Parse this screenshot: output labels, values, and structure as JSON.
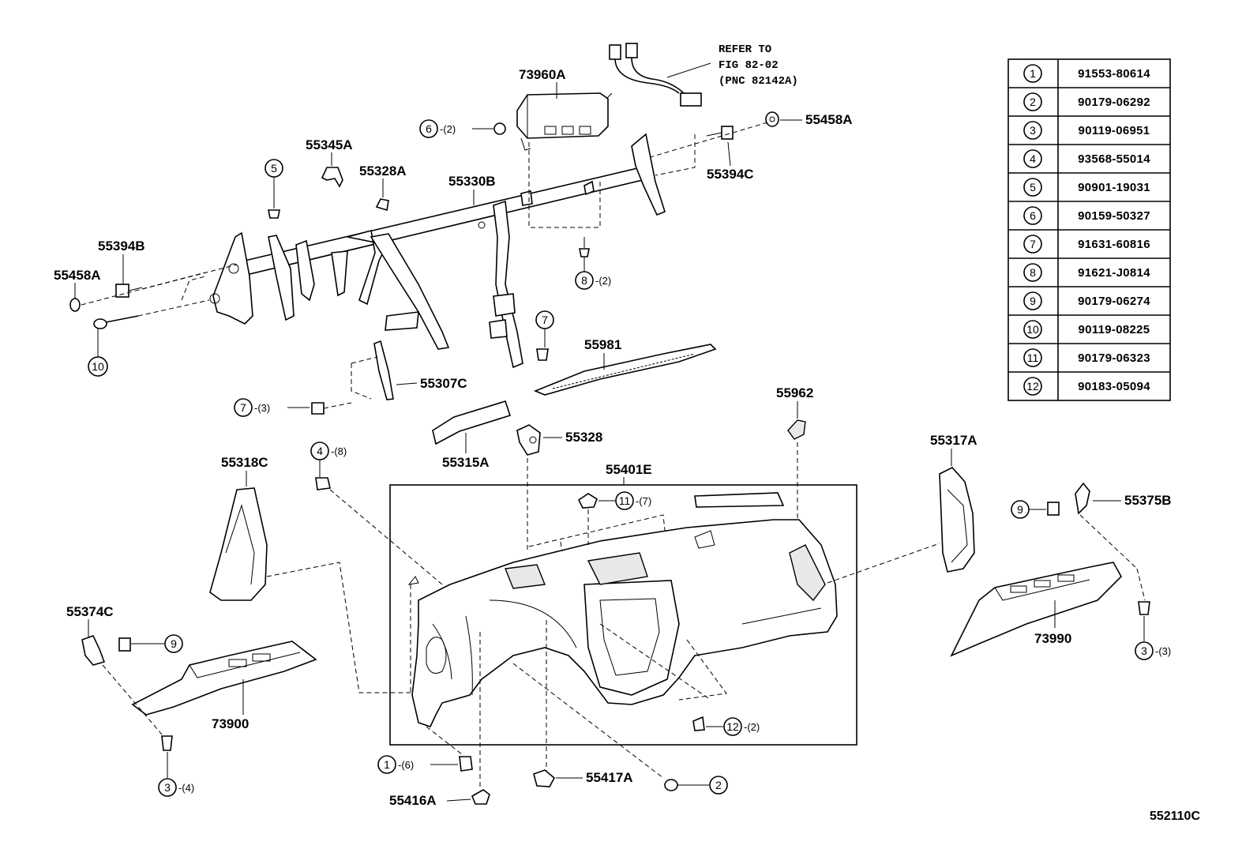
{
  "figure_code": "552110C",
  "refer_note": [
    "REFER TO",
    "FIG 82-02",
    "(PNC 82142A)"
  ],
  "parts": {
    "p73960A": "73960A",
    "p55458A_top": "55458A",
    "p55394C": "55394C",
    "p55345A": "55345A",
    "p55328A": "55328A",
    "p55330B": "55330B",
    "p55394B": "55394B",
    "p55458A_left": "55458A",
    "p55981": "55981",
    "p55307C": "55307C",
    "p55962": "55962",
    "p55315A": "55315A",
    "p55328": "55328",
    "p55318C": "55318C",
    "p55401E": "55401E",
    "p55317A": "55317A",
    "p55375B": "55375B",
    "p73990": "73990",
    "p55374C": "55374C",
    "p73900": "73900",
    "p55417A": "55417A",
    "p55416A": "55416A"
  },
  "callouts": {
    "c6": {
      "num": "6",
      "qty": "-(2)"
    },
    "c5": {
      "num": "5",
      "qty": ""
    },
    "c10": {
      "num": "10",
      "qty": ""
    },
    "c8": {
      "num": "8",
      "qty": "-(2)"
    },
    "c7a": {
      "num": "7",
      "qty": ""
    },
    "c7b": {
      "num": "7",
      "qty": "-(3)"
    },
    "c4": {
      "num": "4",
      "qty": "-(8)"
    },
    "c11": {
      "num": "11",
      "qty": "-(7)"
    },
    "c9a": {
      "num": "9",
      "qty": ""
    },
    "c9b": {
      "num": "9",
      "qty": ""
    },
    "c3a": {
      "num": "3",
      "qty": "-(3)"
    },
    "c3b": {
      "num": "3",
      "qty": "-(4)"
    },
    "c12": {
      "num": "12",
      "qty": "-(2)"
    },
    "c1": {
      "num": "1",
      "qty": "-(6)"
    },
    "c2": {
      "num": "2",
      "qty": ""
    }
  },
  "parts_table": [
    {
      "num": "1",
      "part": "91553-80614"
    },
    {
      "num": "2",
      "part": "90179-06292"
    },
    {
      "num": "3",
      "part": "90119-06951"
    },
    {
      "num": "4",
      "part": "93568-55014"
    },
    {
      "num": "5",
      "part": "90901-19031"
    },
    {
      "num": "6",
      "part": "90159-50327"
    },
    {
      "num": "7",
      "part": "91631-60816"
    },
    {
      "num": "8",
      "part": "91621-J0814"
    },
    {
      "num": "9",
      "part": "90179-06274"
    },
    {
      "num": "10",
      "part": "90119-08225"
    },
    {
      "num": "11",
      "part": "90179-06323"
    },
    {
      "num": "12",
      "part": "90183-05094"
    }
  ]
}
